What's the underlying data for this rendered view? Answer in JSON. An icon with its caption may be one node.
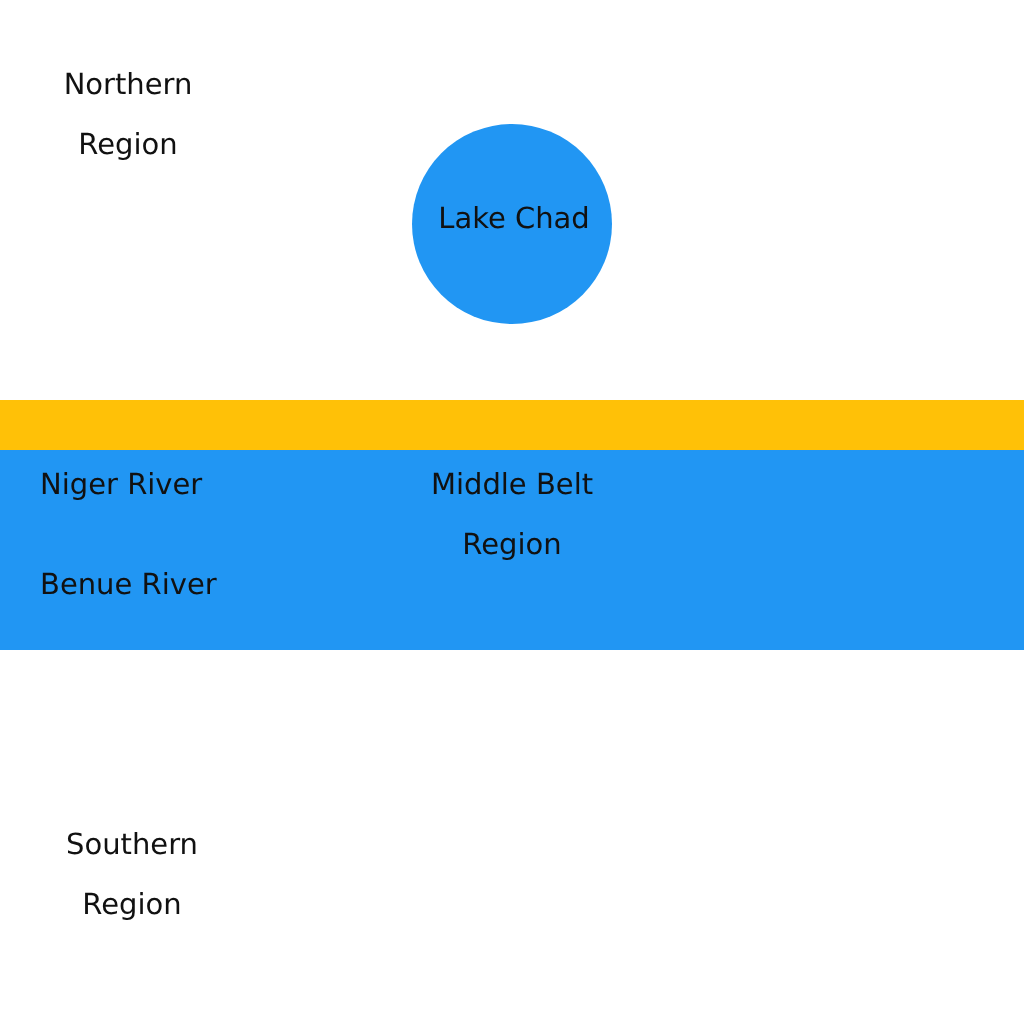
{
  "diagram": {
    "nodes": [
      {
        "text": [
          "Lake Chad"
        ]
      },
      {
        "text": [
          "Niger River",
          "Middle Belt Region",
          "Benue River"
        ]
      }
    ],
    "labels": [
      "Northern Region",
      "Southern Region"
    ]
  }
}
